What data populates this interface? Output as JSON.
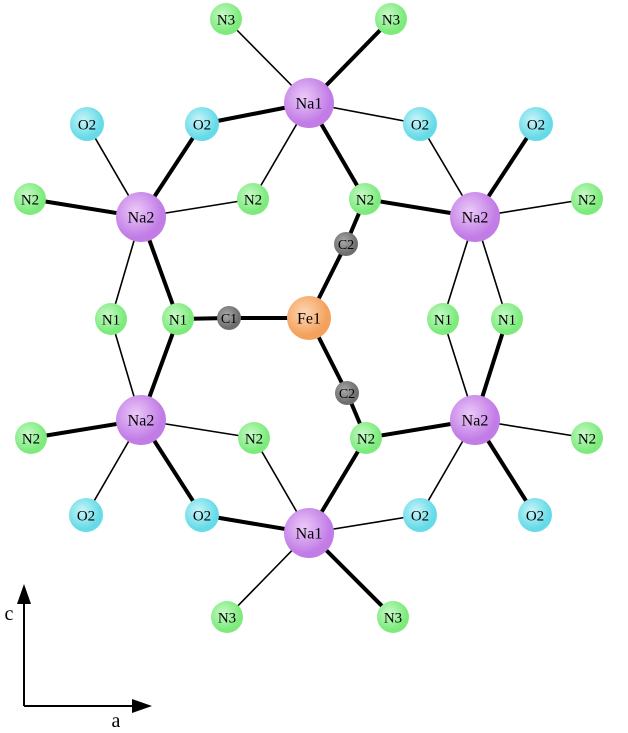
{
  "diagram": {
    "colors": {
      "Na": "#c17ce6",
      "N": "#7ceb7c",
      "O": "#66dbe8",
      "Fe": "#f4a15c",
      "C": "#6e6e6e",
      "bond": "#000000"
    },
    "atoms": [
      {
        "id": "n3_top_left",
        "label": "N3",
        "el": "N"
      },
      {
        "id": "n3_top_right",
        "label": "N3",
        "el": "N"
      },
      {
        "id": "na1_top",
        "label": "Na1",
        "el": "Na"
      },
      {
        "id": "o2_tl_outer",
        "label": "O2",
        "el": "O"
      },
      {
        "id": "o2_tl_inner",
        "label": "O2",
        "el": "O"
      },
      {
        "id": "o2_tr_inner",
        "label": "O2",
        "el": "O"
      },
      {
        "id": "o2_tr_outer",
        "label": "O2",
        "el": "O"
      },
      {
        "id": "n2_ul_outer",
        "label": "N2",
        "el": "N"
      },
      {
        "id": "na2_ul",
        "label": "Na2",
        "el": "Na"
      },
      {
        "id": "n2_ul_inner",
        "label": "N2",
        "el": "N"
      },
      {
        "id": "n2_ur_inner",
        "label": "N2",
        "el": "N"
      },
      {
        "id": "na2_ur",
        "label": "Na2",
        "el": "Na"
      },
      {
        "id": "n2_ur_outer",
        "label": "N2",
        "el": "N"
      },
      {
        "id": "c2_top",
        "label": "C2",
        "el": "C"
      },
      {
        "id": "n1_left_outer",
        "label": "N1",
        "el": "N"
      },
      {
        "id": "n1_left_inner",
        "label": "N1",
        "el": "N"
      },
      {
        "id": "c1",
        "label": "C1",
        "el": "C"
      },
      {
        "id": "fe1",
        "label": "Fe1",
        "el": "Fe"
      },
      {
        "id": "n1_right_inner",
        "label": "N1",
        "el": "N"
      },
      {
        "id": "n1_right_outer",
        "label": "N1",
        "el": "N"
      },
      {
        "id": "c2_bottom",
        "label": "C2",
        "el": "C"
      },
      {
        "id": "n2_ll_outer",
        "label": "N2",
        "el": "N"
      },
      {
        "id": "na2_ll",
        "label": "Na2",
        "el": "Na"
      },
      {
        "id": "n2_ll_inner",
        "label": "N2",
        "el": "N"
      },
      {
        "id": "n2_lr_inner",
        "label": "N2",
        "el": "N"
      },
      {
        "id": "na2_lr",
        "label": "Na2",
        "el": "Na"
      },
      {
        "id": "n2_lr_outer",
        "label": "N2",
        "el": "N"
      },
      {
        "id": "o2_bl_outer",
        "label": "O2",
        "el": "O"
      },
      {
        "id": "o2_bl_inner",
        "label": "O2",
        "el": "O"
      },
      {
        "id": "na1_bottom",
        "label": "Na1",
        "el": "Na"
      },
      {
        "id": "o2_br_inner",
        "label": "O2",
        "el": "O"
      },
      {
        "id": "o2_br_outer",
        "label": "O2",
        "el": "O"
      },
      {
        "id": "n3_bottom_left",
        "label": "N3",
        "el": "N"
      },
      {
        "id": "n3_bottom_right",
        "label": "N3",
        "el": "N"
      }
    ],
    "bonds": [
      {
        "a": "na1_top",
        "b": "n3_top_left",
        "weight": "thin"
      },
      {
        "a": "na1_top",
        "b": "n3_top_right",
        "weight": "thick"
      },
      {
        "a": "na1_top",
        "b": "o2_tl_inner",
        "weight": "thick"
      },
      {
        "a": "na1_top",
        "b": "o2_tr_inner",
        "weight": "thin"
      },
      {
        "a": "na1_top",
        "b": "n2_ul_inner",
        "weight": "thin"
      },
      {
        "a": "na1_top",
        "b": "n2_ur_inner",
        "weight": "thick"
      },
      {
        "a": "na2_ul",
        "b": "o2_tl_outer",
        "weight": "thin"
      },
      {
        "a": "na2_ul",
        "b": "o2_tl_inner",
        "weight": "thick"
      },
      {
        "a": "na2_ul",
        "b": "n2_ul_outer",
        "weight": "thick"
      },
      {
        "a": "na2_ul",
        "b": "n2_ul_inner",
        "weight": "thin"
      },
      {
        "a": "na2_ul",
        "b": "n1_left_outer",
        "weight": "thin"
      },
      {
        "a": "na2_ul",
        "b": "n1_left_inner",
        "weight": "thick"
      },
      {
        "a": "na2_ur",
        "b": "o2_tr_inner",
        "weight": "thin"
      },
      {
        "a": "na2_ur",
        "b": "o2_tr_outer",
        "weight": "thick"
      },
      {
        "a": "na2_ur",
        "b": "n2_ur_inner",
        "weight": "thick"
      },
      {
        "a": "na2_ur",
        "b": "n2_ur_outer",
        "weight": "thin"
      },
      {
        "a": "na2_ur",
        "b": "n1_right_inner",
        "weight": "thin"
      },
      {
        "a": "na2_ur",
        "b": "n1_right_outer",
        "weight": "thin"
      },
      {
        "a": "n2_ur_inner",
        "b": "c2_top",
        "weight": "thick"
      },
      {
        "a": "c2_top",
        "b": "fe1",
        "weight": "thick"
      },
      {
        "a": "n1_left_inner",
        "b": "c1",
        "weight": "thick"
      },
      {
        "a": "c1",
        "b": "fe1",
        "weight": "thick"
      },
      {
        "a": "fe1",
        "b": "c2_bottom",
        "weight": "thick"
      },
      {
        "a": "c2_bottom",
        "b": "n2_lr_inner",
        "weight": "thick"
      },
      {
        "a": "na2_ll",
        "b": "n1_left_outer",
        "weight": "thin"
      },
      {
        "a": "na2_ll",
        "b": "n1_left_inner",
        "weight": "thick"
      },
      {
        "a": "na2_ll",
        "b": "n2_ll_outer",
        "weight": "thick"
      },
      {
        "a": "na2_ll",
        "b": "n2_ll_inner",
        "weight": "thin"
      },
      {
        "a": "na2_ll",
        "b": "o2_bl_outer",
        "weight": "thin"
      },
      {
        "a": "na2_ll",
        "b": "o2_bl_inner",
        "weight": "thick"
      },
      {
        "a": "na2_lr",
        "b": "n1_right_inner",
        "weight": "thin"
      },
      {
        "a": "na2_lr",
        "b": "n1_right_outer",
        "weight": "thick"
      },
      {
        "a": "na2_lr",
        "b": "n2_lr_inner",
        "weight": "thick"
      },
      {
        "a": "na2_lr",
        "b": "n2_lr_outer",
        "weight": "thin"
      },
      {
        "a": "na2_lr",
        "b": "o2_br_inner",
        "weight": "thin"
      },
      {
        "a": "na2_lr",
        "b": "o2_br_outer",
        "weight": "thick"
      },
      {
        "a": "na1_bottom",
        "b": "o2_bl_inner",
        "weight": "thick"
      },
      {
        "a": "na1_bottom",
        "b": "o2_br_inner",
        "weight": "thin"
      },
      {
        "a": "na1_bottom",
        "b": "n2_ll_inner",
        "weight": "thin"
      },
      {
        "a": "na1_bottom",
        "b": "n2_lr_inner",
        "weight": "thick"
      },
      {
        "a": "na1_bottom",
        "b": "n3_bottom_left",
        "weight": "thin"
      },
      {
        "a": "na1_bottom",
        "b": "n3_bottom_right",
        "weight": "thick"
      }
    ],
    "axes": {
      "vertical": "c",
      "horizontal": "a"
    }
  }
}
